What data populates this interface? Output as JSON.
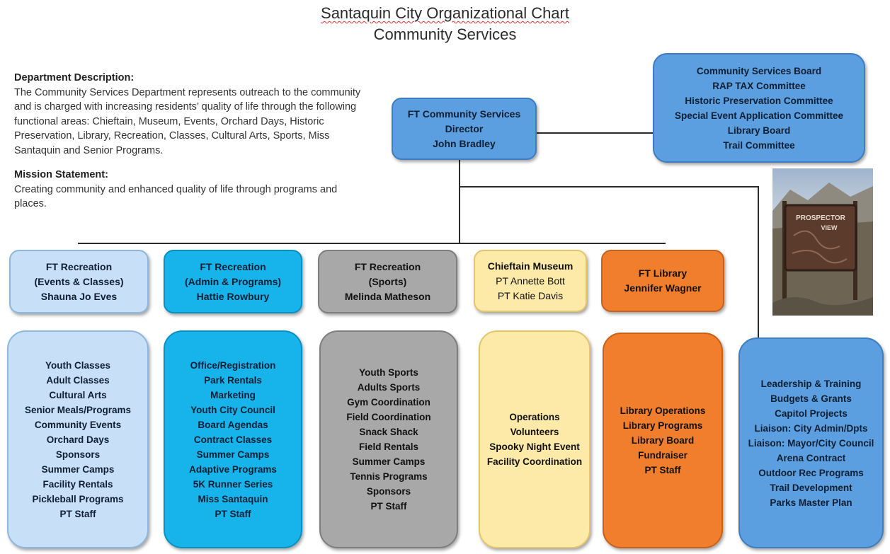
{
  "title": {
    "line1": "Santaquin City Organizational Chart",
    "line2": "Community Services"
  },
  "description": {
    "heading": "Department Description:",
    "text": "The Community Services Department represents outreach to the community and is charged with increasing residents’ quality of life through the following functional areas: Chieftain, Museum, Events, Orchard Days, Historic Preservation, Library, Recreation, Classes, Cultural Arts, Sports, Miss Santaquin and Senior Programs.",
    "mission_heading": "Mission Statement:",
    "mission_text": "Creating community and enhanced quality of life through programs and places."
  },
  "director": {
    "line1": "FT Community Services",
    "line2": "Director",
    "line3": "John Bradley"
  },
  "board": {
    "items": [
      "Community Services Board",
      "RAP TAX Committee",
      "Historic Preservation Committee",
      "Special Event Application Committee",
      "Library Board",
      "Trail Committee"
    ]
  },
  "photo": {
    "sign_text": "PROSPECTOR VIEW"
  },
  "divisions": [
    {
      "header": [
        "FT Recreation",
        "(Events & Classes)",
        "Shauna Jo Eves"
      ],
      "items": [
        "Youth Classes",
        "Adult Classes",
        "Cultural Arts",
        "Senior Meals/Programs",
        "Community Events",
        "Orchard Days",
        "Sponsors",
        "Summer Camps",
        "Facility Rentals",
        "Pickleball Programs",
        "PT Staff"
      ]
    },
    {
      "header": [
        "FT Recreation",
        "(Admin & Programs)",
        "Hattie Rowbury"
      ],
      "items": [
        "Office/Registration",
        "Park Rentals",
        "Marketing",
        "Youth City Council",
        "Board Agendas",
        "Contract Classes",
        "Summer Camps",
        "Adaptive Programs",
        "5K Runner Series",
        "Miss Santaquin",
        "PT Staff"
      ]
    },
    {
      "header": [
        "FT Recreation",
        "(Sports)",
        "Melinda Matheson"
      ],
      "items": [
        "Youth Sports",
        "Adults Sports",
        "Gym Coordination",
        "Field Coordination",
        "Snack Shack",
        "Field Rentals",
        "Summer Camps",
        "Tennis Programs",
        "Sponsors",
        "PT Staff"
      ]
    },
    {
      "header": [
        "Chieftain Museum",
        "PT Annette Bott",
        "PT Katie Davis"
      ],
      "items": [
        "Operations",
        "Volunteers",
        "Spooky Night Event",
        "Facility Coordination"
      ]
    },
    {
      "header": [
        "FT Library",
        "Jennifer Wagner"
      ],
      "items": [
        "Library Operations",
        "Library Programs",
        "Library Board",
        "Fundraiser",
        "PT Staff"
      ]
    }
  ],
  "director_duties": {
    "items": [
      "Leadership & Training",
      "Budgets & Grants",
      "Capitol Projects",
      "Liaison: City Admin/Dpts",
      "Liaison: Mayor/City Council",
      "Arena Contract",
      "Outdoor Rec Programs",
      "Trail Development",
      "Parks Master Plan"
    ]
  },
  "colors": {
    "director_blue": "#5c9fe0",
    "light_blue": "#c7e0f7",
    "cyan": "#17b4ec",
    "gray": "#a8a8a8",
    "yellow": "#fde9a8",
    "orange": "#f07e2c"
  }
}
